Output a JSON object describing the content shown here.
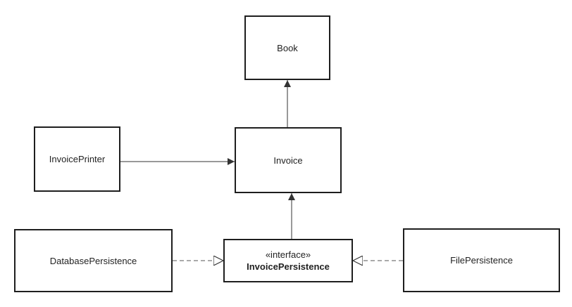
{
  "diagram": {
    "type": "uml-class-diagram",
    "classes": {
      "book": "Book",
      "invoice": "Invoice",
      "invoice_printer": "InvoicePrinter",
      "database_persistence": "DatabasePersistence",
      "file_persistence": "FilePersistence",
      "invoice_persistence": {
        "stereotype": "«interface»",
        "name": "InvoicePersistence"
      }
    },
    "relations": [
      {
        "from": "Invoice",
        "to": "Book",
        "kind": "association"
      },
      {
        "from": "InvoicePrinter",
        "to": "Invoice",
        "kind": "association"
      },
      {
        "from": "InvoicePersistence",
        "to": "Invoice",
        "kind": "association"
      },
      {
        "from": "DatabasePersistence",
        "to": "InvoicePersistence",
        "kind": "realization"
      },
      {
        "from": "FilePersistence",
        "to": "InvoicePersistence",
        "kind": "realization"
      }
    ],
    "colors": {
      "line": "#1e1e1e",
      "background": "#ffffff"
    }
  }
}
